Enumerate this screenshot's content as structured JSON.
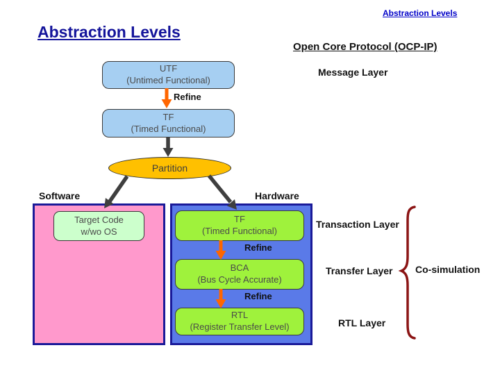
{
  "slide": {
    "corner_header": "Abstraction Levels",
    "title": "Abstraction Levels"
  },
  "ocp": {
    "header": "Open Core Protocol (OCP-IP)",
    "message_layer": "Message Layer",
    "transaction_layer": "Transaction Layer",
    "transfer_layer": "Transfer Layer",
    "rtl_layer": "RTL Layer",
    "cosimulation": "Co-simulation"
  },
  "flow": {
    "utf_box": {
      "line1": "UTF",
      "line2": "(Untimed Functional)"
    },
    "refine_1": "Refine",
    "tf_box": {
      "line1": "TF",
      "line2": "(Timed Functional)"
    },
    "partition": "Partition"
  },
  "software": {
    "label": "Software",
    "target_code_box": {
      "line1": "Target Code",
      "line2": "w/wo OS"
    }
  },
  "hardware": {
    "label": "Hardware",
    "tf_box": {
      "line1": "TF",
      "line2": "(Timed Functional)"
    },
    "refine_2": "Refine",
    "bca_box": {
      "line1": "BCA",
      "line2": "(Bus Cycle Accurate)"
    },
    "refine_3": "Refine",
    "rtl_box": {
      "line1": "RTL",
      "line2": "(Register Transfer Level)"
    }
  },
  "colors": {
    "title_text": "#14149B",
    "corner_header_text": "#0000C8",
    "light_blue_box": "#A6CFF2",
    "green_box": "#9FF23C",
    "mint_box": "#CCFFCC",
    "pink_panel": "#FF99CC",
    "blue_panel": "#5A7AE8",
    "panel_border": "#1A1A99",
    "partition_ellipse": "#FFC000",
    "orange_arrow": "#FF6600",
    "dark_arrow": "#3F3F3F",
    "brace": "#8B1414"
  }
}
